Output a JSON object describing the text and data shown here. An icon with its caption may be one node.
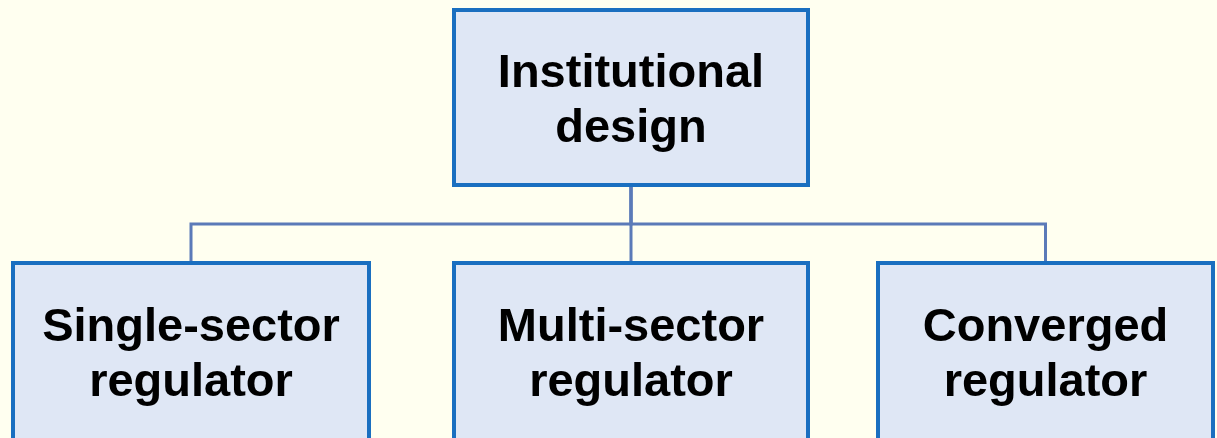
{
  "diagram": {
    "nodes": [
      {
        "text": [
          "Institutional design"
        ]
      },
      {
        "text": [
          "Single-sector regulator"
        ]
      },
      {
        "text": [
          "Multi-sector regulator"
        ]
      },
      {
        "text": [
          "Converged regulator"
        ]
      }
    ],
    "edges": [
      {
        "from": 0,
        "to": 1,
        "arrow": "none"
      },
      {
        "from": 0,
        "to": 2,
        "arrow": "none"
      },
      {
        "from": 0,
        "to": 3,
        "arrow": "none"
      }
    ]
  }
}
